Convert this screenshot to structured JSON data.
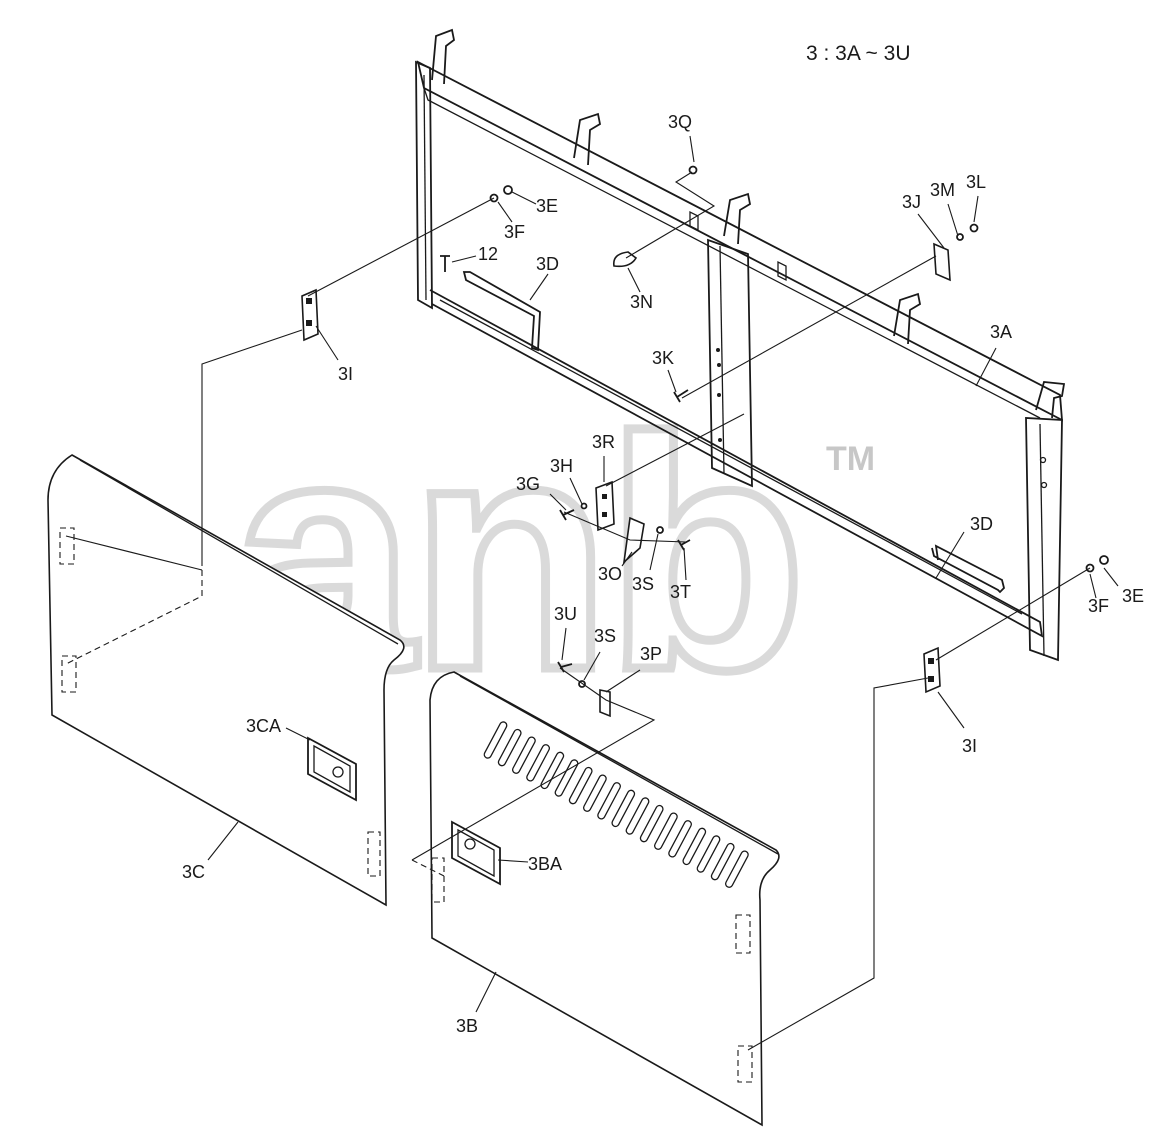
{
  "title": "3 : 3A ~ 3U",
  "watermark": {
    "text": "anb",
    "trademark": "TM",
    "color": "#bdbdbd"
  },
  "labels": {
    "3A": "3A",
    "3B": "3B",
    "3BA": "3BA",
    "3C": "3C",
    "3CA": "3CA",
    "3D_left": "3D",
    "3D_right": "3D",
    "3E_left": "3E",
    "3E_right": "3E",
    "3F_left": "3F",
    "3F_right": "3F",
    "3G": "3G",
    "3H": "3H",
    "3I_left": "3I",
    "3I_right": "3I",
    "3J": "3J",
    "3K": "3K",
    "3L": "3L",
    "3M": "3M",
    "3N": "3N",
    "3O": "3O",
    "3P": "3P",
    "3Q": "3Q",
    "3R": "3R",
    "3S_upper": "3S",
    "3S_lower": "3S",
    "3T": "3T",
    "3U": "3U",
    "12": "12"
  }
}
